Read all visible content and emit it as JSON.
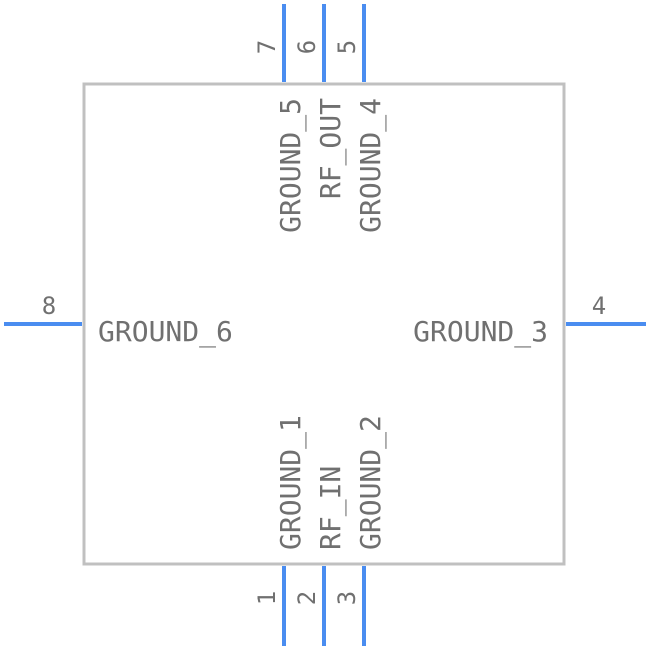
{
  "colors": {
    "pin": "#4a8df0",
    "body": "#c0c0c0",
    "text": "#707070",
    "background": "#ffffff"
  },
  "pins": [
    {
      "number": "1",
      "name": "GROUND_1"
    },
    {
      "number": "2",
      "name": "RF_IN"
    },
    {
      "number": "3",
      "name": "GROUND_2"
    },
    {
      "number": "4",
      "name": "GROUND_3"
    },
    {
      "number": "5",
      "name": "GROUND_4"
    },
    {
      "number": "6",
      "name": "RF_OUT"
    },
    {
      "number": "7",
      "name": "GROUND_5"
    },
    {
      "number": "8",
      "name": "GROUND_6"
    }
  ]
}
